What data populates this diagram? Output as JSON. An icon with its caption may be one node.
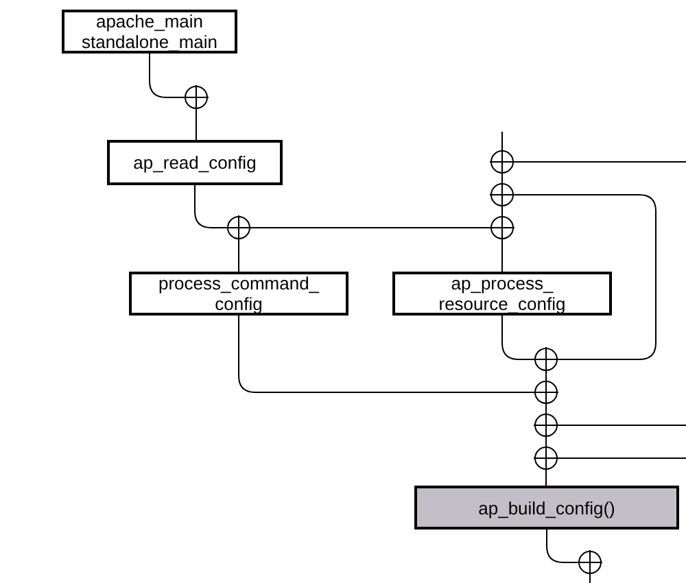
{
  "diagram": {
    "nodes": [
      {
        "text": [
          "apache_main standalone_main"
        ]
      },
      {
        "text": [],
        "shape": "circle"
      },
      {
        "text": [
          "ap_read_config"
        ]
      },
      {
        "text": [],
        "shape": "circle"
      },
      {
        "text": [],
        "shape": "circle"
      },
      {
        "text": [],
        "shape": "circle"
      },
      {
        "text": [],
        "shape": "circle"
      },
      {
        "text": [
          "process_command_ config"
        ]
      },
      {
        "text": [
          "ap_process_ resource_config"
        ]
      },
      {
        "text": [],
        "shape": "circle"
      },
      {
        "text": [],
        "shape": "circle"
      },
      {
        "text": [],
        "shape": "circle"
      },
      {
        "text": [],
        "shape": "circle"
      },
      {
        "text": [
          "ap_build_config()"
        ]
      },
      {
        "text": [],
        "shape": "circle"
      }
    ],
    "edges": [
      {
        "from": 0,
        "to": 1,
        "arrow": "none"
      },
      {
        "from": 1,
        "to": 2,
        "arrow": "none"
      },
      {
        "from": 2,
        "to": 3,
        "arrow": "none"
      },
      {
        "from": 3,
        "to": 7,
        "arrow": "none"
      },
      {
        "from": 3,
        "to": 6,
        "arrow": "none"
      },
      {
        "from": null,
        "to": 4,
        "arrow": "none"
      },
      {
        "from": 4,
        "to": 5,
        "arrow": "none"
      },
      {
        "from": 5,
        "to": 6,
        "arrow": "none"
      },
      {
        "from": 6,
        "to": 8,
        "arrow": "none"
      },
      {
        "from": 4,
        "to": null,
        "arrow": "none"
      },
      {
        "from": 5,
        "to": 9,
        "arrow": "none"
      },
      {
        "from": 8,
        "to": 9,
        "arrow": "none"
      },
      {
        "from": 9,
        "to": 10,
        "arrow": "none"
      },
      {
        "from": 10,
        "to": 11,
        "arrow": "none"
      },
      {
        "from": 11,
        "to": 12,
        "arrow": "none"
      },
      {
        "from": 12,
        "to": 13,
        "arrow": "none"
      },
      {
        "from": 7,
        "to": 10,
        "arrow": "none"
      },
      {
        "from": 11,
        "to": null,
        "arrow": "none"
      },
      {
        "from": 12,
        "to": null,
        "arrow": "none"
      },
      {
        "from": 13,
        "to": 14,
        "arrow": "none"
      },
      {
        "from": 14,
        "to": null,
        "arrow": "none"
      }
    ]
  }
}
